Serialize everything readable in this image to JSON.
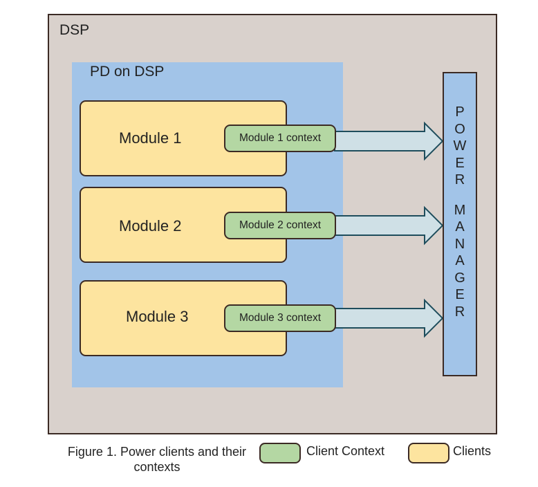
{
  "dsp": {
    "label": "DSP"
  },
  "pd": {
    "label": "PD on DSP"
  },
  "modules": [
    {
      "label": "Module 1",
      "context": "Module 1 context"
    },
    {
      "label": "Module 2",
      "context": "Module 2 context"
    },
    {
      "label": "Module 3",
      "context": "Module 3 context"
    }
  ],
  "power_manager": {
    "letters_line1": [
      "P",
      "O",
      "W",
      "E",
      "R"
    ],
    "letters_line2": [
      "M",
      "A",
      "N",
      "A",
      "G",
      "E",
      "R"
    ]
  },
  "caption": {
    "line1": "Figure 1. Power clients and their",
    "line2": "contexts"
  },
  "legend": [
    {
      "label": "Client Context",
      "color": "#b4d7a3"
    },
    {
      "label": "Clients",
      "color": "#fde49f"
    }
  ],
  "colors": {
    "dsp_bg": "#d9d1cc",
    "pd_bg": "#a2c4e8",
    "module_bg": "#fde49f",
    "context_bg": "#b4d7a3",
    "arrow_fill": "#cfe0e6",
    "arrow_stroke": "#1e4d5c",
    "border": "#3b2a24"
  }
}
